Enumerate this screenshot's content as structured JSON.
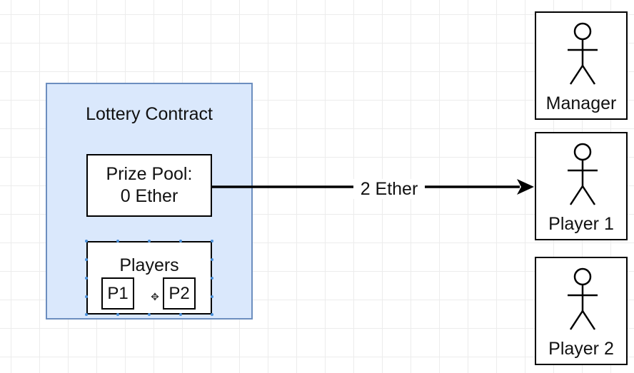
{
  "contract": {
    "title": "Lottery Contract",
    "prize_pool": {
      "line1": "Prize Pool:",
      "line2": "0 Ether"
    },
    "players": {
      "title": "Players",
      "items": [
        "P1",
        "P2"
      ]
    }
  },
  "arrow": {
    "label": "2 Ether"
  },
  "actors": [
    {
      "label": "Manager"
    },
    {
      "label": "Player 1"
    },
    {
      "label": "Player 2"
    }
  ],
  "colors": {
    "contract_fill": "#dae8fc",
    "contract_border": "#6c8ebf",
    "selection_handle": "#4a90d9"
  },
  "icons": {
    "move": "move-cursor-icon",
    "actor": "stick-figure-icon"
  }
}
